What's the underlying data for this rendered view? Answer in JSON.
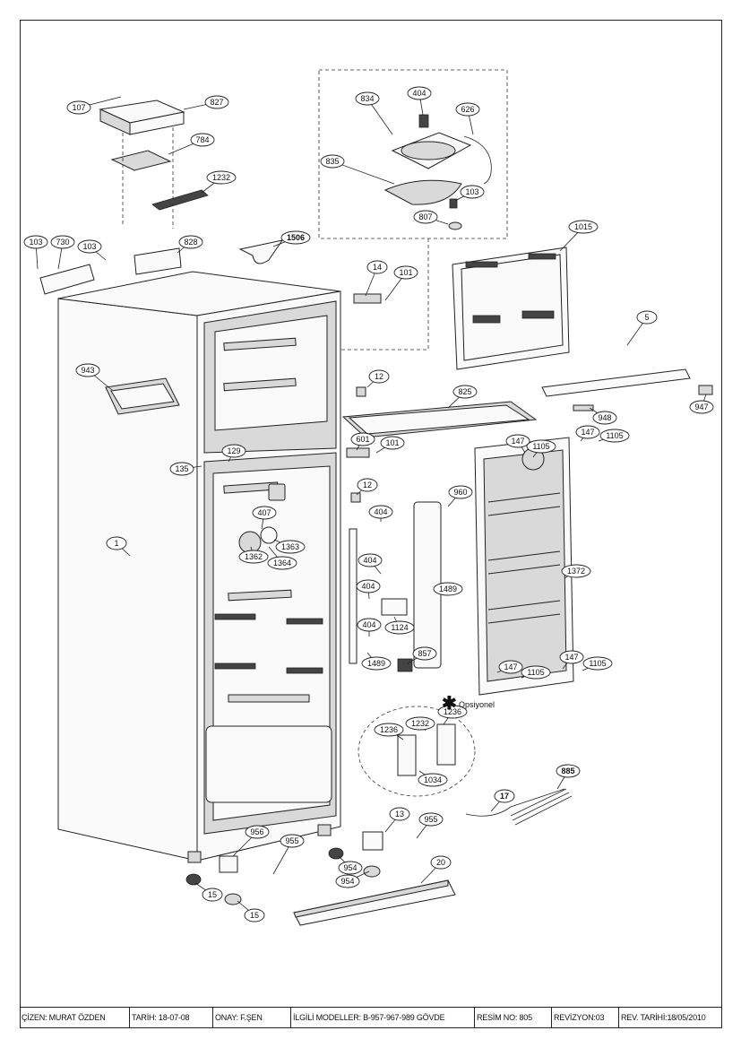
{
  "diagram": {
    "labels": [
      "107",
      "827",
      "784",
      "1232",
      "834",
      "404",
      "626",
      "835",
      "103",
      "807",
      "1506",
      "103",
      "730",
      "103",
      "828",
      "14",
      "101",
      "1015",
      "5",
      "943",
      "12",
      "825",
      "948",
      "947",
      "135",
      "129",
      "601",
      "101",
      "147",
      "1105",
      "147",
      "1105",
      "12",
      "960",
      "407",
      "404",
      "1363",
      "1362",
      "1364",
      "404",
      "1489",
      "1",
      "404",
      "1124",
      "1372",
      "404",
      "1489",
      "857",
      "147",
      "1105",
      "147",
      "1105",
      "1236",
      "1236",
      "1232",
      "1034",
      "885",
      "17",
      "13",
      "955",
      "956",
      "955",
      "954",
      "15",
      "954",
      "15",
      "20"
    ],
    "optional_note": "Opsiyonel"
  },
  "title_block": {
    "drawn_by": "ÇİZEN: MURAT ÖZDEN",
    "date": "TARİH: 18-07-08",
    "approved": "ONAY: F.ŞEN",
    "models": "İLGİLİ MODELLER: B-957-967-989 GÖVDE",
    "drawing_no": "RESİM NO: 805",
    "revision": "REVİZYON:03",
    "rev_date": "REV. TARİHİ:18/05/2010"
  }
}
